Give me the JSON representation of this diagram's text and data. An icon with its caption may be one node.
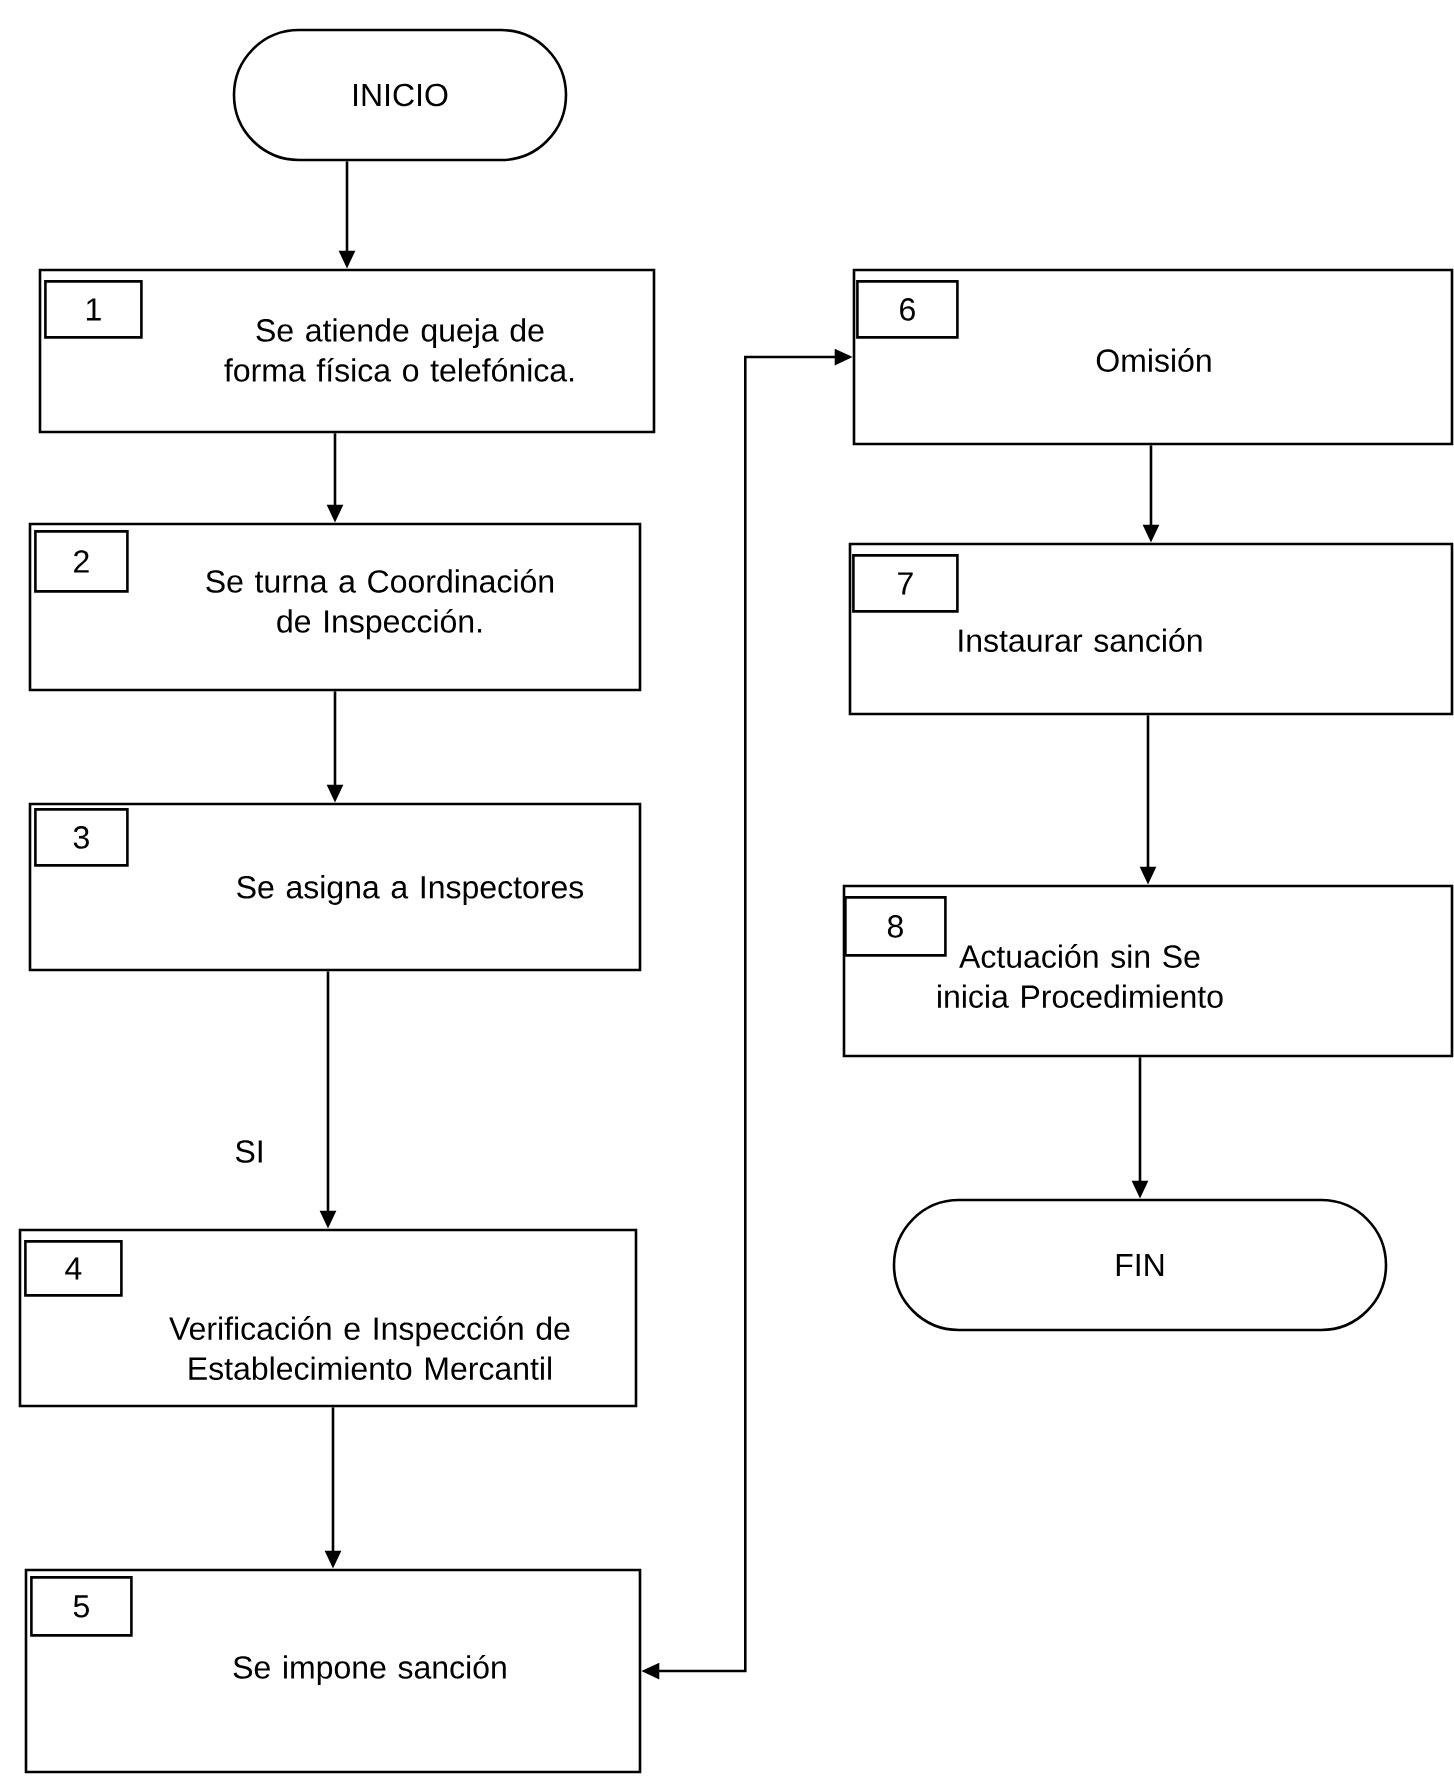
{
  "diagram": {
    "nodes": [
      {
        "text": [
          "INICIO"
        ]
      },
      {
        "text": [
          "Se atiende queja de forma física o telefónica."
        ]
      },
      {
        "text": [
          "1"
        ],
        "in": 1
      },
      {
        "text": [
          "Se turna a Coordinación de Inspección."
        ]
      },
      {
        "text": [
          "2"
        ],
        "in": 3
      },
      {
        "text": [
          "Se asigna a Inspectores"
        ]
      },
      {
        "text": [
          "3"
        ],
        "in": 5
      },
      {
        "text": [
          "Verificación e Inspección de Establecimiento Mercantil"
        ]
      },
      {
        "text": [
          "4"
        ],
        "in": 7
      },
      {
        "text": [
          "Se impone sanción"
        ]
      },
      {
        "text": [
          "5"
        ],
        "in": 9
      },
      {
        "text": [
          "Omisión"
        ]
      },
      {
        "text": [
          "6"
        ],
        "in": 11
      },
      {
        "text": [
          "Instaurar sanción"
        ]
      },
      {
        "text": [
          "7"
        ],
        "in": 13
      },
      {
        "text": [
          "Actuación sin    Se inicia Procedimiento"
        ]
      },
      {
        "text": [
          "8"
        ],
        "in": 15
      },
      {
        "text": [
          "FIN"
        ]
      }
    ],
    "edges": [
      {
        "from": 0,
        "to": 1,
        "arrow": "to"
      },
      {
        "from": 1,
        "to": 3,
        "arrow": "to"
      },
      {
        "from": 3,
        "to": 5,
        "arrow": "to"
      },
      {
        "from": 5,
        "to": 7,
        "arrow": "to",
        "label": "SI"
      },
      {
        "from": 7,
        "to": 9,
        "arrow": "to"
      },
      {
        "from": 9,
        "to": 11,
        "arrow": "both"
      },
      {
        "from": 11,
        "to": 13,
        "arrow": "to"
      },
      {
        "from": 13,
        "to": 15,
        "arrow": "to"
      },
      {
        "from": 15,
        "to": 17,
        "arrow": "to"
      }
    ]
  }
}
